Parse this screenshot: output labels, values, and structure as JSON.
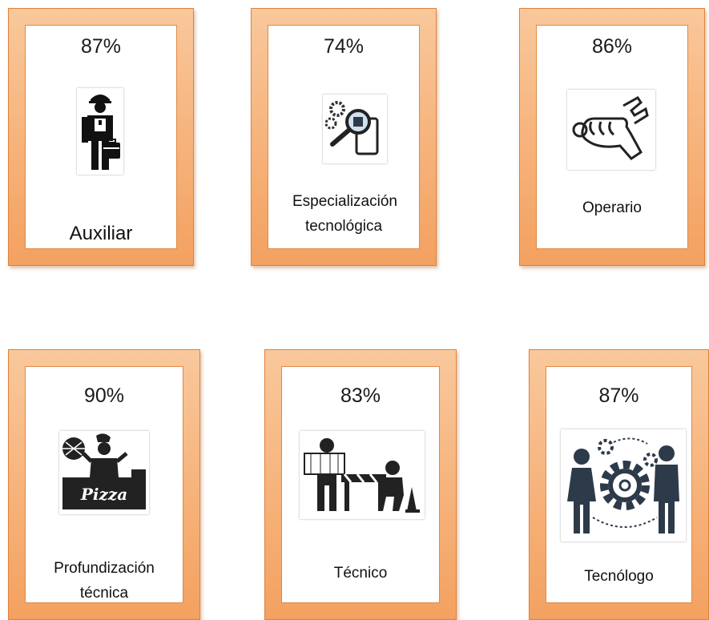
{
  "cards": [
    {
      "percent": "87%",
      "label": "Auxiliar",
      "icon": "worker-with-briefcase-icon"
    },
    {
      "percent": "74%",
      "label": "Especialización tecnológica",
      "icon": "gears-magnifier-phone-icon"
    },
    {
      "percent": "86%",
      "label": "Operario",
      "icon": "hand-wrench-icon"
    },
    {
      "percent": "90%",
      "label": "Profundización técnica",
      "icon": "pizza-chef-icon"
    },
    {
      "percent": "83%",
      "label": "Técnico",
      "icon": "road-workers-icon"
    },
    {
      "percent": "87%",
      "label": "Tecnólogo",
      "icon": "people-gear-icon"
    }
  ],
  "colors": {
    "frame": "#f6b27a",
    "frame_border": "#e0823a",
    "icon_dark": "#2d3a4a"
  }
}
